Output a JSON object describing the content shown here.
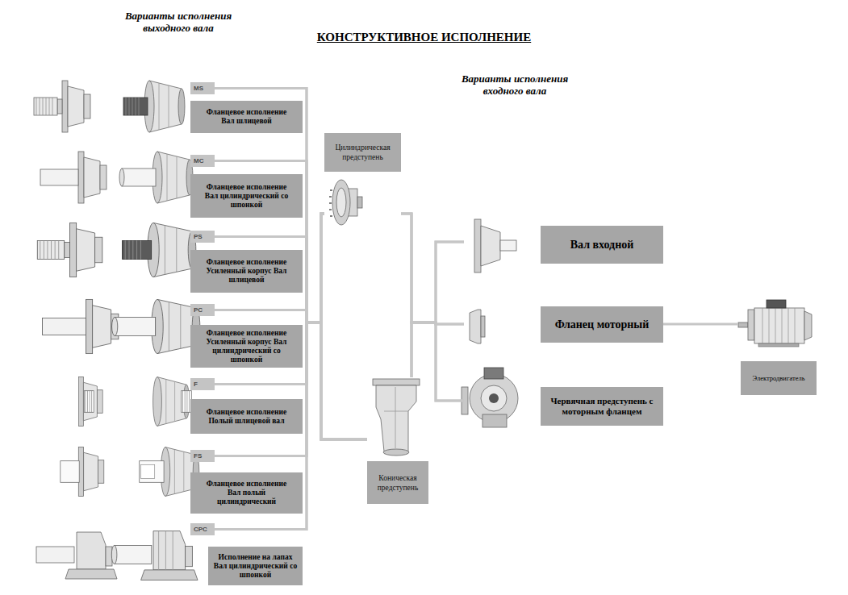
{
  "diagram": {
    "title": "КОНСТРУКТИВНОЕ ИСПОЛНЕНИЕ",
    "nodes": [
      {
        "text": [
          "MS"
        ]
      },
      {
        "text": [
          "Фланцевое исполнение Вал шлицевой"
        ]
      },
      {
        "text": [
          "MC"
        ]
      },
      {
        "text": [
          "Фланцевое исполнение Вал цилиндрический со шпонкой"
        ]
      },
      {
        "text": [
          "PS"
        ]
      },
      {
        "text": [
          "Фланцевое исполнение Усиленный корпус Вал шлицевой"
        ]
      },
      {
        "text": [
          "PC"
        ]
      },
      {
        "text": [
          "Фланцевое исполнение Усиленный корпус Вал цилиндрический со шпонкой"
        ]
      },
      {
        "text": [
          "F"
        ]
      },
      {
        "text": [
          "Фланцевое исполнение Полый шлицевой вал"
        ]
      },
      {
        "text": [
          "FS"
        ]
      },
      {
        "text": [
          "Фланцевое исполнение Вал полый цилиндрический"
        ]
      },
      {
        "text": [
          "CPC"
        ]
      },
      {
        "text": [
          "Исполнение на лапах Вал цилиндрический со шпонкой"
        ]
      },
      {
        "text": [
          "Цилиндрическая предступень"
        ]
      },
      {
        "text": [
          "Коническая предступень"
        ]
      },
      {
        "text": [
          "Вал входной"
        ]
      },
      {
        "text": [
          "Фланец моторный"
        ]
      },
      {
        "text": [
          "Червячная предступень с моторным фланцем"
        ]
      },
      {
        "text": [
          "Электродвигатель"
        ]
      }
    ],
    "edges": [
      {
        "from": 0,
        "to": 14,
        "arrow": "none"
      },
      {
        "from": 0,
        "to": 15,
        "arrow": "none"
      },
      {
        "from": 2,
        "to": 14,
        "arrow": "none"
      },
      {
        "from": 2,
        "to": 15,
        "arrow": "none"
      },
      {
        "from": 4,
        "to": 14,
        "arrow": "none"
      },
      {
        "from": 4,
        "to": 15,
        "arrow": "none"
      },
      {
        "from": 6,
        "to": 14,
        "arrow": "none"
      },
      {
        "from": 6,
        "to": 15,
        "arrow": "none"
      },
      {
        "from": 8,
        "to": 14,
        "arrow": "none"
      },
      {
        "from": 8,
        "to": 15,
        "arrow": "none"
      },
      {
        "from": 10,
        "to": 14,
        "arrow": "none"
      },
      {
        "from": 10,
        "to": 15,
        "arrow": "none"
      },
      {
        "from": 12,
        "to": 14,
        "arrow": "none"
      },
      {
        "from": 12,
        "to": 15,
        "arrow": "none"
      },
      {
        "from": 14,
        "to": 16,
        "arrow": "none"
      },
      {
        "from": 14,
        "to": 17,
        "arrow": "none"
      },
      {
        "from": 14,
        "to": 18,
        "arrow": "none"
      },
      {
        "from": 15,
        "to": 16,
        "arrow": "none"
      },
      {
        "from": 15,
        "to": 17,
        "arrow": "none"
      },
      {
        "from": 15,
        "to": 18,
        "arrow": "none"
      },
      {
        "from": 17,
        "to": 19,
        "arrow": "none"
      }
    ],
    "labels": [
      "Варианты исполнения выходного вала",
      "Варианты исполнения входного вала"
    ]
  }
}
